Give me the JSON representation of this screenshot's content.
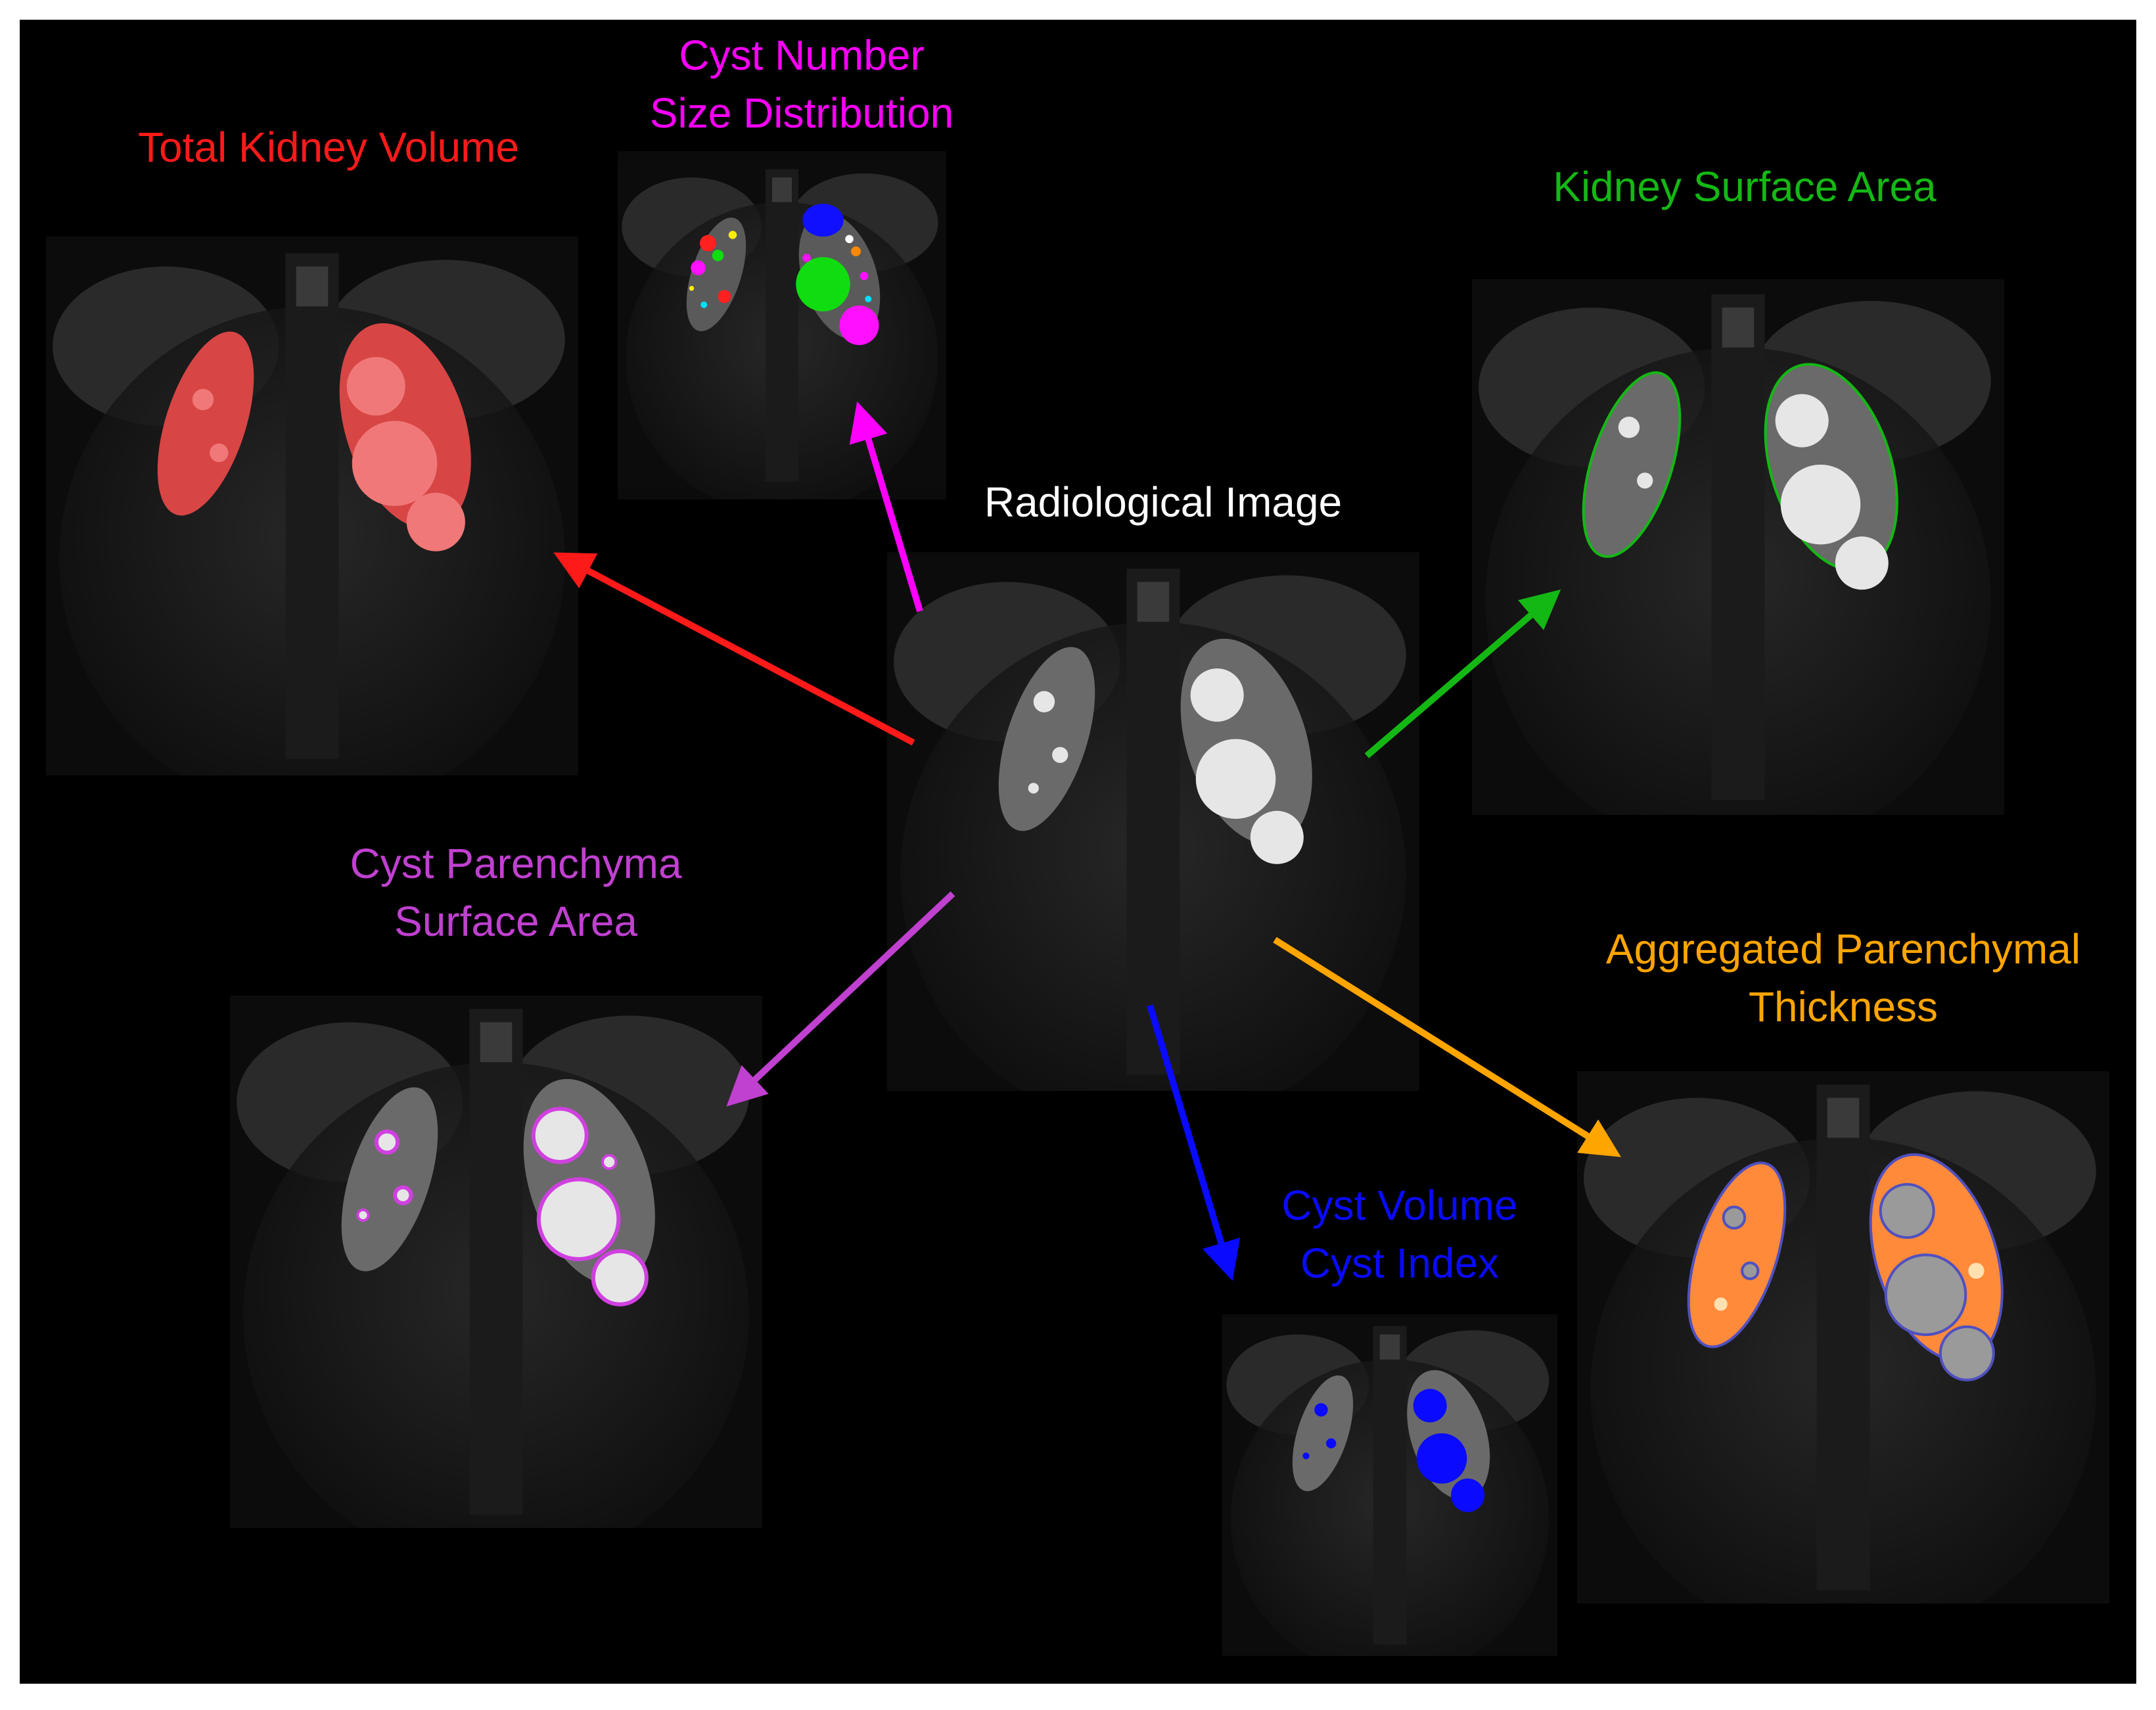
{
  "colors": {
    "background": "#000000",
    "red": "#ff1a1a",
    "magenta": "#ff00ff",
    "green": "#14b814",
    "purple": "#c040d0",
    "blue": "#0a0aff",
    "orange": "#ffa500",
    "white": "#ffffff"
  },
  "center": {
    "label": "Radiological Image"
  },
  "panels": {
    "tkv": {
      "label": "Total Kidney Volume"
    },
    "cnsd": {
      "line1": "Cyst Number",
      "line2": "Size Distribution"
    },
    "ksa": {
      "label": "Kidney Surface Area"
    },
    "cpsa": {
      "line1": "Cyst Parenchyma",
      "line2": "Surface Area"
    },
    "cvci": {
      "line1": "Cyst Volume",
      "line2": "Cyst Index"
    },
    "apt": {
      "line1": "Aggregated Parenchymal",
      "line2": "Thickness"
    }
  }
}
